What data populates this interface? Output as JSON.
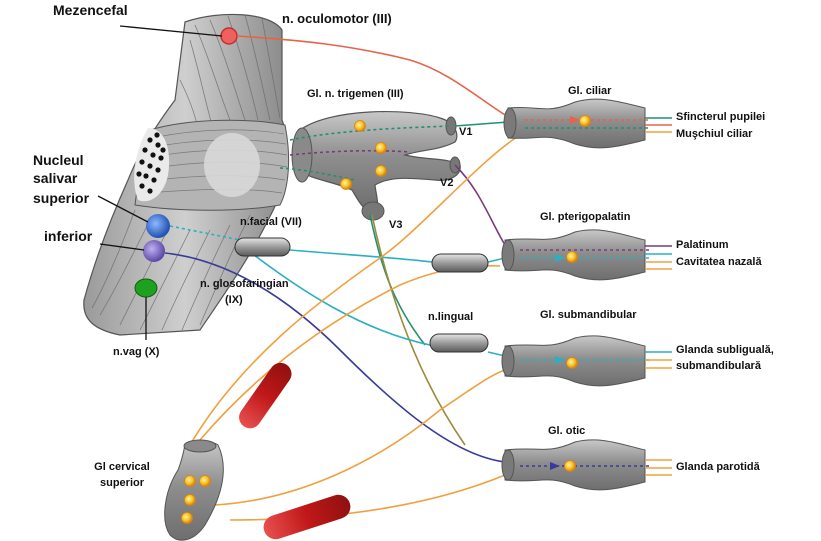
{
  "colors": {
    "oculomotor": "#e8624a",
    "trigeminal": "#229070",
    "facial": "#2ab0c0",
    "glossopharyngeal": "#3a3a9a",
    "purple": "#7a3a7a",
    "orange": "#f0a040",
    "lingual": "#9a8a3a",
    "ganglion": "#9a9a9a",
    "nucleus_blue": "#2f6fd0",
    "nucleus_violet": "#7a68c8",
    "nucleus_green": "#20a020",
    "vessel": "#d02828",
    "neuron": "#f5c020"
  },
  "labels": {
    "mezencefal": "Mezencefal",
    "oculomotor": "n. oculomotor (III)",
    "trigemen": "Gl. n. trigemen (III)",
    "v1": "V1",
    "v2": "V2",
    "v3": "V3",
    "nucleul": "Nucleul",
    "salivar": "salivar",
    "superior": "superior",
    "inferior": "inferior",
    "facial": "n.facial (VII)",
    "glosofaringian": "n. glosofaringian",
    "ix": "(IX)",
    "vag": "n.vag (X)",
    "lingual": "n.lingual",
    "cervical_line1": "Gl cervical",
    "cervical_line2": "superior"
  },
  "ganglia": [
    {
      "name": "Gl. ciliar",
      "targets": [
        "Sfincterul pupilei",
        "Muşchiul ciliar"
      ]
    },
    {
      "name": "Gl. pterigopalatin",
      "targets": [
        "Palatinum",
        "Cavitatea nazală"
      ]
    },
    {
      "name": "Gl. submandibular",
      "targets": [
        "Glanda subliguală,",
        "submandibulară"
      ]
    },
    {
      "name": "Gl. otic",
      "targets": [
        "Glanda parotidă"
      ]
    }
  ]
}
